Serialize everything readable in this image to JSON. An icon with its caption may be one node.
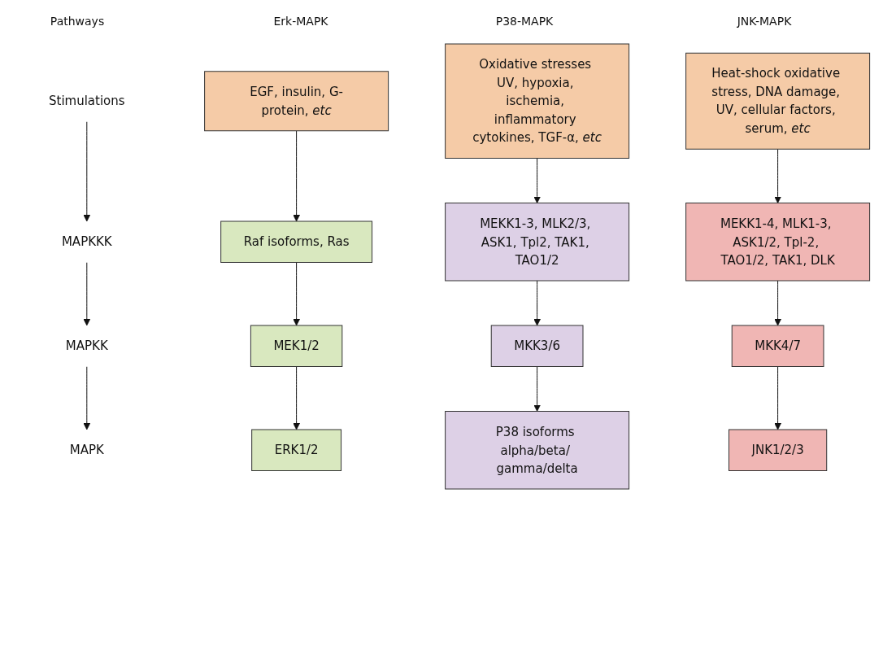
{
  "diagram": {
    "nodes": [
      {
        "text": [
          "Stimulations"
        ]
      },
      {
        "text": [
          "EGF, insulin, G-protein, *etc*"
        ]
      },
      {
        "text": [
          "Oxidative stresses UV, hypoxia, ischemia, inflammatory cytokines, TGF-α, *etc*"
        ]
      },
      {
        "text": [
          "Heat-shock oxidative stress, DNA damage, UV, cellular factors, serum, *etc*"
        ]
      },
      {
        "text": [
          "MAPKKK"
        ]
      },
      {
        "text": [
          "Raf isoforms, Ras"
        ]
      },
      {
        "text": [
          "MEKK1-3, MLK2/3, ASK1, Tpl2, TAK1, TAO1/2"
        ]
      },
      {
        "text": [
          "MEKK1-4, MLK1-3, ASK1/2, Tpl-2, TAO1/2, TAK1, DLK"
        ]
      },
      {
        "text": [
          "MAPKK"
        ]
      },
      {
        "text": [
          "MEK1/2"
        ]
      },
      {
        "text": [
          "MKK3/6"
        ]
      },
      {
        "text": [
          "MKK4/7"
        ]
      },
      {
        "text": [
          "MAPK"
        ]
      },
      {
        "text": [
          "ERK1/2"
        ]
      },
      {
        "text": [
          "P38 isoforms alpha/beta/ gamma/delta"
        ]
      },
      {
        "text": [
          "JNK1/2/3"
        ]
      }
    ],
    "edges": [
      {
        "from": 0,
        "to": 4,
        "arrow": "to"
      },
      {
        "from": 1,
        "to": 5,
        "arrow": "to"
      },
      {
        "from": 2,
        "to": 6,
        "arrow": "to"
      },
      {
        "from": 3,
        "to": 7,
        "arrow": "to"
      },
      {
        "from": 4,
        "to": 8,
        "arrow": "to"
      },
      {
        "from": 5,
        "to": 9,
        "arrow": "to"
      },
      {
        "from": 6,
        "to": 10,
        "arrow": "to"
      },
      {
        "from": 7,
        "to": 11,
        "arrow": "to"
      },
      {
        "from": 8,
        "to": 12,
        "arrow": "to"
      },
      {
        "from": 9,
        "to": 13,
        "arrow": "to"
      },
      {
        "from": 10,
        "to": 14,
        "arrow": "to"
      },
      {
        "from": 11,
        "to": 15,
        "arrow": "to"
      }
    ],
    "labels": [
      "Pathways",
      "Erk-MAPK",
      "P38-MAPK",
      "JNK-MAPK"
    ]
  }
}
